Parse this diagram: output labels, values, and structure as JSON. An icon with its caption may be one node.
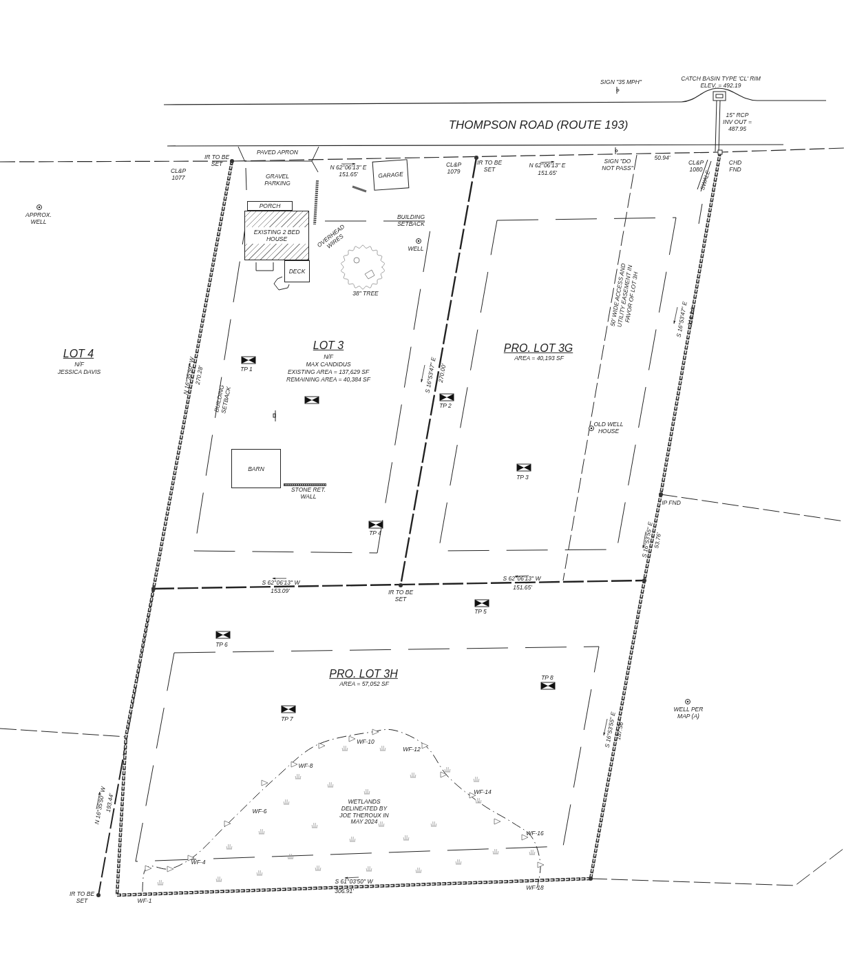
{
  "diagram": {
    "nodes": [
      {
        "text": [
          "PORCH"
        ]
      },
      {
        "text": [
          "EXISTING 2 BED HOUSE"
        ]
      },
      {
        "text": [
          "DECK"
        ]
      },
      {
        "text": [
          "GARAGE"
        ]
      },
      {
        "text": [
          "BARN"
        ]
      },
      {
        "text": [
          "STONE RET. WALL"
        ]
      }
    ],
    "labels": [
      "SIGN \"35 MPH\"",
      "CATCH BASIN TYPE 'CL' RIM ELEV. = 492.19",
      "15\" RCP INV OUT = 487.95",
      "THOMPSON ROAD (ROUTE 193)",
      "PAVED APRON",
      "IR TO BE SET",
      "CL&P 1077",
      "GRAVEL PARKING",
      "N 62°06'13\" E",
      "151.65'",
      "CL&P 1079",
      "IR TO BE SET",
      "N 62°06'13\" E",
      "151.65'",
      "SIGN \"DO NOT PASS\"",
      "50.94'",
      "CL&P 1080",
      "CHD FND",
      "SWALE",
      "APPROX. WELL",
      "BUILDING SETBACK",
      "OVERHEAD WIRES",
      "WELL",
      "38\" TREE",
      "50' WIDE ACCESS AND UTILITY EASEMENT IN FAVOR OF LOT 3H",
      "S 16°53'47\" E",
      "216.24'",
      "LOT 4",
      "N/F",
      "JESSICA DAVIS",
      "LOT 3",
      "N/F",
      "MAX CANDIDUS",
      "EXISTING AREA = 137,629 SF",
      "REMAINING AREA = 40,384 SF",
      "PRO. LOT 3G",
      "AREA = 40,193 SF",
      "N 16°35'50\" W",
      "270.28'",
      "TP 1",
      "BUILDING SETBACK",
      "S 16°53'47\" E",
      "270.00'",
      "TP 2",
      "OLD WELL HOUSE",
      "TP 3",
      "IP FND",
      "TP 4",
      "S 16°53'55\" E",
      "53.76'",
      "S 62°06'13\" W",
      "153.09'",
      "IR TO BE SET",
      "S 62°06'13\" W",
      "151.65'",
      "TP 5",
      "TP 6",
      "PRO. LOT 3H",
      "AREA = 57,052 SF",
      "TP 8",
      "TP 7",
      "WELL PER MAP (A)",
      "S 16°53'55\" E",
      "187.56'",
      "WF-10",
      "WF-12",
      "WF-8",
      "WF-14",
      "N 16°35'50\" W",
      "193.44'",
      "WF-6",
      "WETLANDS DELINEATED BY JOE THEROUX IN MAY 2024",
      "WF-16",
      "WF-4",
      "S 61°03'50\" W",
      "306.91'",
      "IR TO BE SET",
      "WF-1",
      "WF-18"
    ]
  }
}
